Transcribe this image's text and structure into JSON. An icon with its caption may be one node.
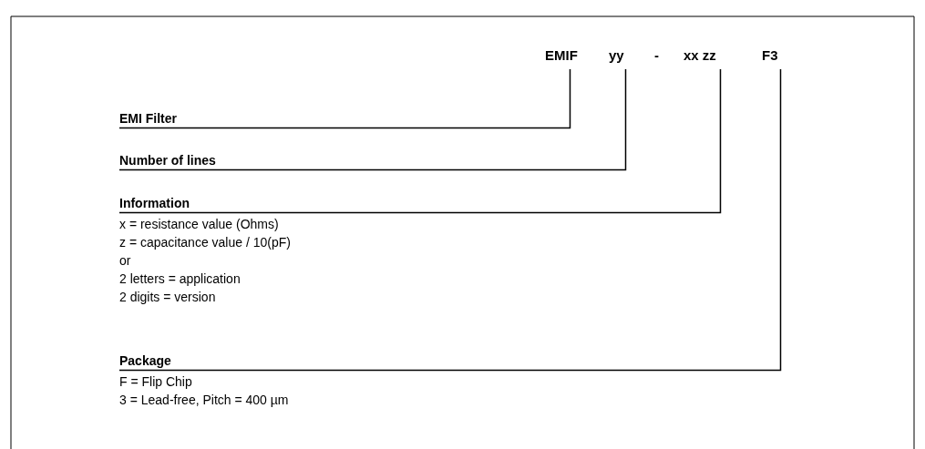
{
  "diagram": {
    "nodes": [
      {
        "text": [
          "EMIF"
        ]
      },
      {
        "text": [
          "yy"
        ]
      },
      {
        "text": [
          "xx zz"
        ]
      },
      {
        "text": [
          "F3"
        ]
      },
      {
        "text": [
          "EMI Filter"
        ]
      },
      {
        "text": [
          "Number of lines"
        ]
      },
      {
        "text": [
          "Information",
          "x = resistance value (Ohms)",
          "z = capacitance value / 10(pF)",
          "or",
          "2 letters = application",
          "2 digits = version"
        ]
      },
      {
        "text": [
          "Package",
          "F = Flip Chip",
          "3 = Lead-free, Pitch = 400 µm"
        ]
      }
    ],
    "edges": [
      {
        "from": 0,
        "to": 4,
        "arrow": "none"
      },
      {
        "from": 1,
        "to": 5,
        "arrow": "none"
      },
      {
        "from": 2,
        "to": 6,
        "arrow": "none"
      },
      {
        "from": 3,
        "to": 7,
        "arrow": "none"
      }
    ],
    "labels": [
      "-"
    ]
  }
}
